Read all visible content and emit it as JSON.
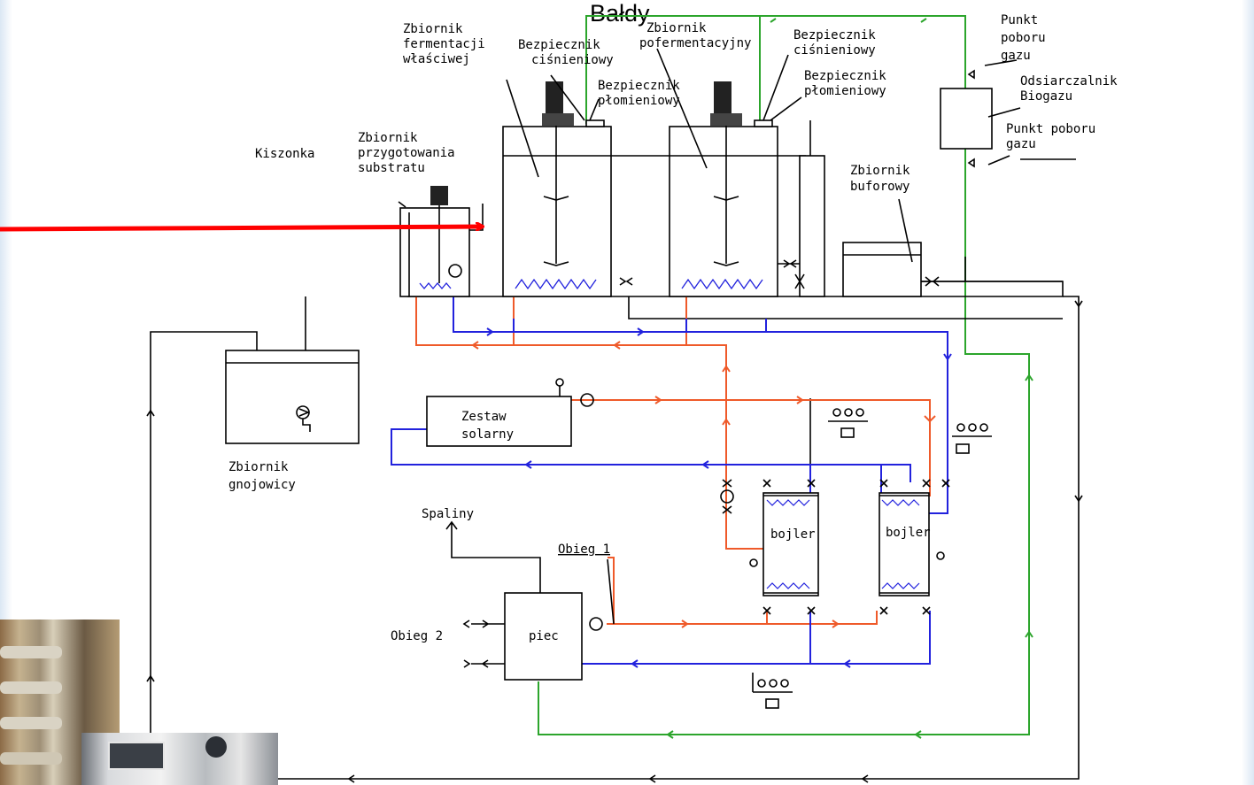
{
  "title": "Bałdy",
  "labels": {
    "fermentation_tank": [
      "Zbiornik",
      "fermentacji",
      "właściwej"
    ],
    "pressure_fuse_1": [
      "Bezpiecznik",
      "ciśnieniowy"
    ],
    "flame_fuse_1": [
      "Bezpiecznik",
      "płomieniowy"
    ],
    "post_fermentation_tank": [
      "Zbiornik",
      "pofermentacyjny"
    ],
    "pressure_fuse_2": [
      "Bezpiecznik",
      "ciśnieniowy"
    ],
    "flame_fuse_2": [
      "Bezpiecznik",
      "płomieniowy"
    ],
    "gas_point_1": [
      "Punkt",
      "poboru",
      "gazu"
    ],
    "desulfurizer": [
      "Odsiarczalnik",
      "Biogazu"
    ],
    "gas_point_2": [
      "Punkt poboru",
      "gazu"
    ],
    "silage": "Kiszonka",
    "substrate_tank": [
      "Zbiornik",
      "przygotowania",
      "substratu"
    ],
    "buffer_tank": [
      "Zbiornik",
      "buforowy"
    ],
    "solar_set": [
      "Zestaw",
      "solarny"
    ],
    "slurry_tank": [
      "Zbiornik",
      "gnojowicy"
    ],
    "exhaust": "Spaliny",
    "circuit_1": "Obieg 1",
    "circuit_2": "Obieg 2",
    "furnace": "piec",
    "boiler_1": "bojler",
    "boiler_2": "bojler"
  },
  "colors": {
    "heating_supply": "#ef5a2a",
    "heating_return": "#2222dd",
    "gas_line": "#2ca52c",
    "highlight_arrow": "#ff0000"
  }
}
